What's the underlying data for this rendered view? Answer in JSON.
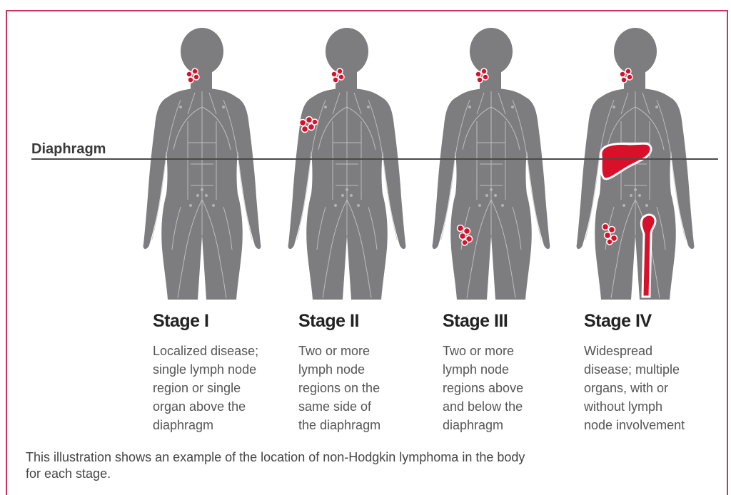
{
  "diaphragm_label": "Diaphragm",
  "stages": [
    {
      "title": "Stage I",
      "desc_lines": [
        "Localized disease;",
        "single lymph node",
        "region or single",
        "organ above the",
        "diaphragm"
      ]
    },
    {
      "title": "Stage II",
      "desc_lines": [
        "Two or more",
        "lymph node",
        "regions on the",
        "same side of",
        "the diaphragm"
      ]
    },
    {
      "title": "Stage III",
      "desc_lines": [
        "Two or more",
        "lymph node",
        "regions above",
        "and below the",
        "diaphragm"
      ]
    },
    {
      "title": "Stage IV",
      "desc_lines": [
        "Widespread",
        "disease; multiple",
        "organs, with or",
        "without lymph",
        "node involvement"
      ]
    }
  ],
  "caption_lines": [
    "This illustration shows an example of the location of non-Hodgkin lymphoma in the body",
    "for each stage."
  ],
  "colors": {
    "body": "#7d7d7f",
    "highlight": "#d8102a",
    "border": "#c9365a",
    "vessels": "#c8c8ca"
  }
}
